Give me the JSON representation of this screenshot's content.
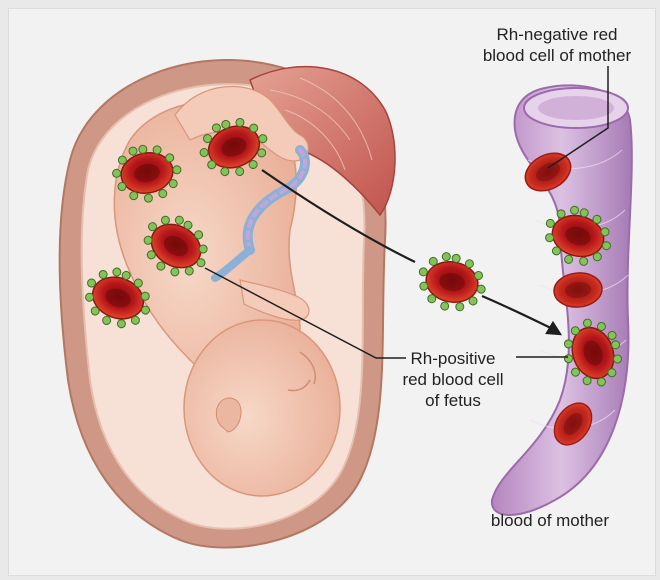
{
  "labels": {
    "rh_negative_line1": "Rh-negative red",
    "rh_negative_line2": "blood cell of mother",
    "rh_positive_line1": "Rh-positive",
    "rh_positive_line2": "red blood cell",
    "rh_positive_line3": "of fetus",
    "blood_of_mother": "blood of mother"
  },
  "colors": {
    "background": "#f2f2f2",
    "uterus_wall": "#c98f7a",
    "amniotic_sac": "#f6dcd0",
    "fetus_skin": "#f2c3ad",
    "placenta": "#d77c73",
    "vessel": "#c9a4cf",
    "rbc": "#c4191a",
    "antigen": "#7fb54a",
    "leader_line": "#222222"
  },
  "icons": [
    "uterus-illustration",
    "fetus-illustration",
    "placenta-illustration",
    "blood-vessel-illustration",
    "red-blood-cell-icon",
    "antigen-marker-icon"
  ]
}
